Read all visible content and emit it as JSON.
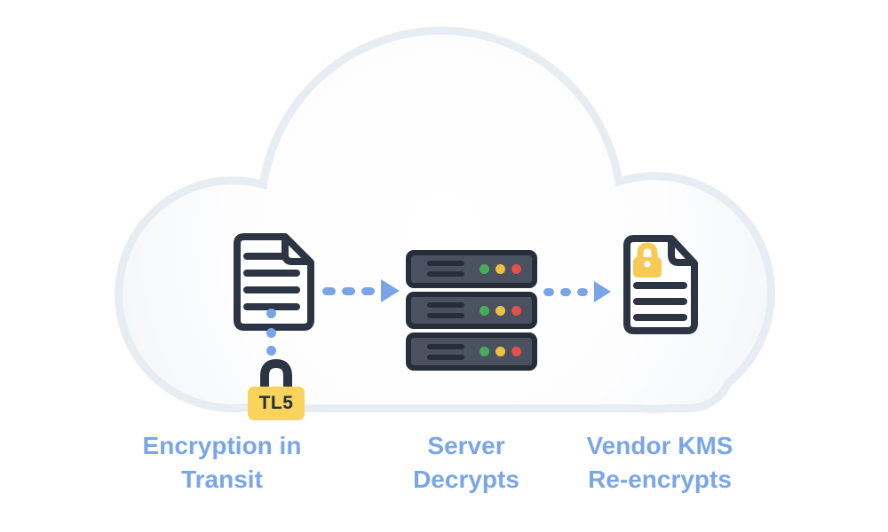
{
  "diagram": {
    "name": "encryption-flow",
    "steps": [
      {
        "label_line1": "Encryption in",
        "label_line2": "Transit",
        "icon": "document-icon"
      },
      {
        "label_line1": "Server",
        "label_line2": "Decrypts",
        "icon": "server-icon"
      },
      {
        "label_line1": "Vendor KMS",
        "label_line2": "Re-encrypts",
        "icon": "locked-document-icon"
      }
    ],
    "lock_badge": {
      "text": "TL5"
    },
    "icons": [
      "cloud-icon",
      "document-icon",
      "padlock-icon",
      "server-icon",
      "locked-document-icon",
      "arrow-right-icon"
    ],
    "colors": {
      "background": "#ffffff",
      "accent_blue": "#79a5e8",
      "label_blue": "#7aa6e8",
      "icon_dark": "#2d3544",
      "server_border": "#272e3a",
      "server_fill": "#4a5261",
      "lock_yellow": "#f9d35c",
      "doc_lock_yellow": "#f7ca56",
      "led_green": "#45ad5a",
      "led_yellow": "#efc143",
      "led_red": "#e2504a",
      "cloud_stroke": "#e8edf3",
      "cloud_fill": "#f6f9fc"
    }
  }
}
